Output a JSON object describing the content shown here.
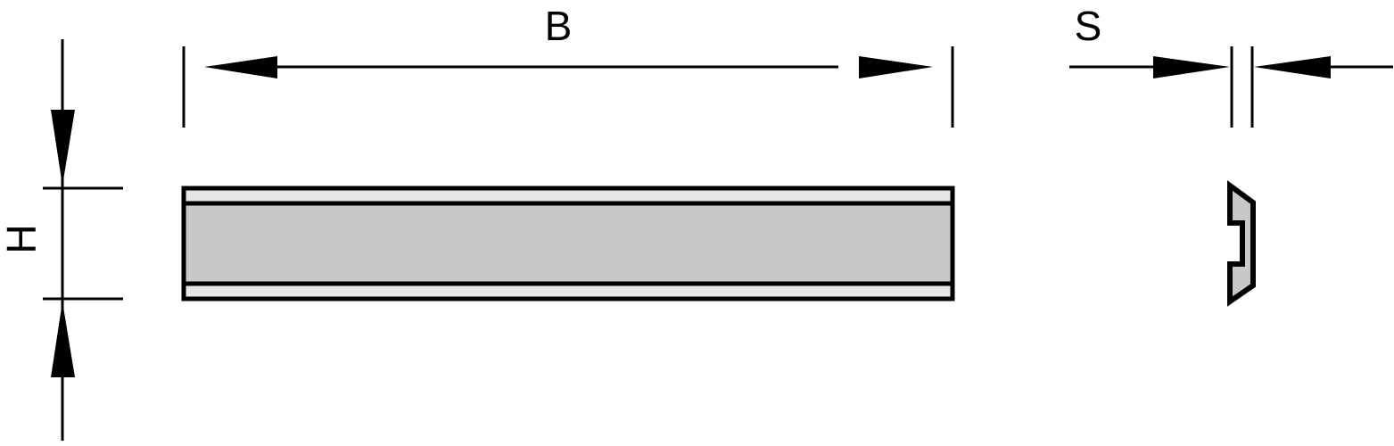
{
  "labels": {
    "width": "B",
    "height": "H",
    "thickness": "S"
  },
  "colors": {
    "line": "#000000",
    "body_fill": "#c8c8c8",
    "rail_fill": "#e6e6e6"
  }
}
